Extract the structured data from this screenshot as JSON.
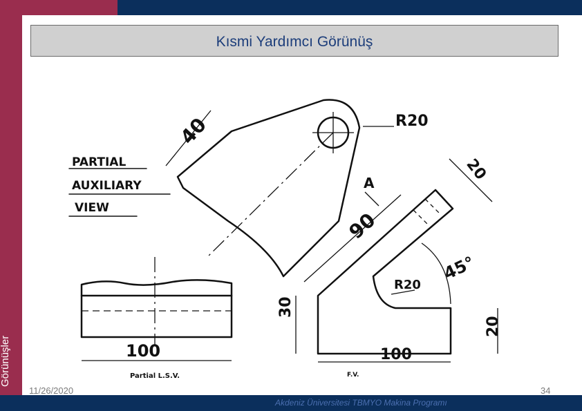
{
  "slide": {
    "title": "Kısmi Yardımcı Görünüş",
    "side_label": "Görünüşler",
    "date": "11/26/2020",
    "page_number": "34",
    "footer": "Akdeniz Üniversitesi TBMYO Makina Programı"
  },
  "drawing": {
    "caption_line1": "PARTIAL",
    "caption_line2": "AUXILIARY",
    "caption_line3": "VIEW",
    "dim_40": "40",
    "dim_r20_top": "R20",
    "dim_a": "A",
    "dim_90": "90",
    "dim_20_top": "20",
    "dim_45": "45°",
    "dim_r20_inner": "R20",
    "dim_30": "30",
    "dim_20_right": "20",
    "dim_100_left": "100",
    "dim_100_right": "100",
    "label_partial_lsv": "Partial  L.S.V.",
    "label_fv": "F.V."
  },
  "colors": {
    "maroon": "#9a2d4e",
    "navy": "#0b2f5c",
    "title_text": "#1c3d7a",
    "footer_text": "#4b6fb0"
  }
}
